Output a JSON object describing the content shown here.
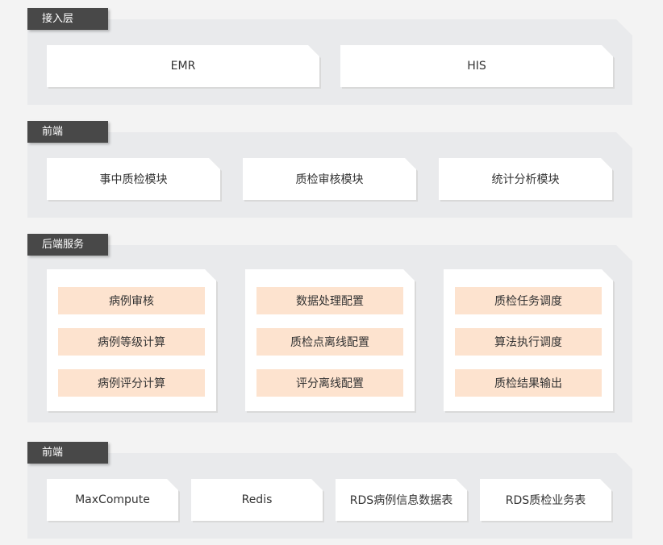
{
  "colors": {
    "section_bg": "#e9eaec",
    "tag_bg": "#484848",
    "card_bg": "#ffffff",
    "pill_bg": "#fde3cf"
  },
  "access": {
    "tag": "接入层",
    "items": [
      "EMR",
      "HIS"
    ]
  },
  "frontend": {
    "tag": "前端",
    "items": [
      "事中质检模块",
      "质检审核模块",
      "统计分析模块"
    ]
  },
  "backend": {
    "tag": "后端服务",
    "groups": [
      [
        "病例审核",
        "病例等级计算",
        "病例评分计算"
      ],
      [
        "数据处理配置",
        "质检点离线配置",
        "评分离线配置"
      ],
      [
        "质检任务调度",
        "算法执行调度",
        "质检结果输出"
      ]
    ]
  },
  "storage": {
    "tag": "前端",
    "items": [
      "MaxCompute",
      "Redis",
      "RDS病例信息数据表",
      "RDS质检业务表"
    ]
  }
}
